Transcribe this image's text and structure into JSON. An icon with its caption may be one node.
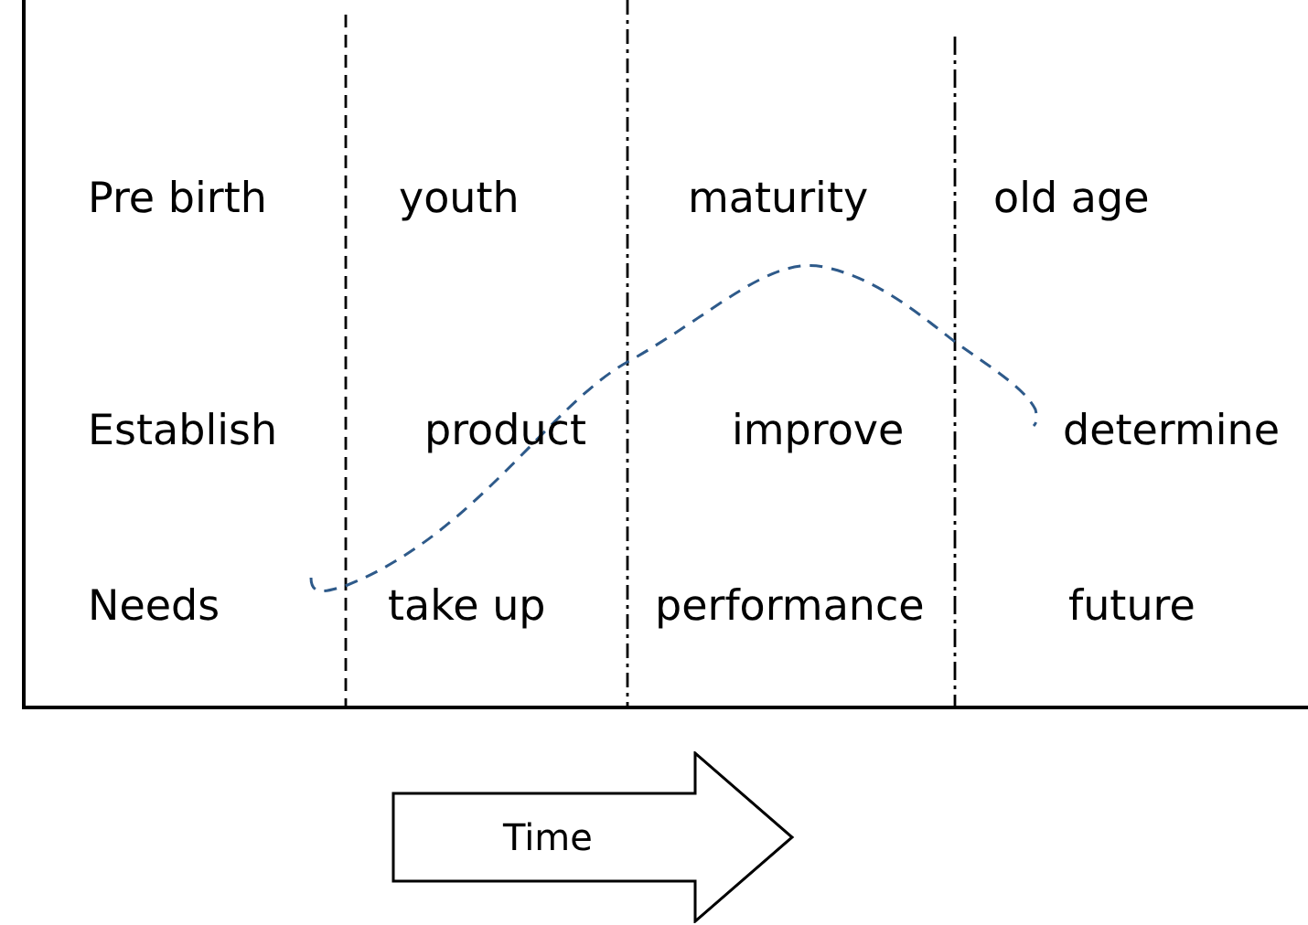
{
  "diagram": {
    "nodes": [
      {
        "text": [
          "Time"
        ]
      }
    ],
    "labels": [
      "Pre birth",
      "youth",
      "maturity",
      "old age",
      "Establish",
      "product",
      "improve",
      "determine",
      "Needs",
      "take up",
      "performance",
      "future"
    ]
  }
}
